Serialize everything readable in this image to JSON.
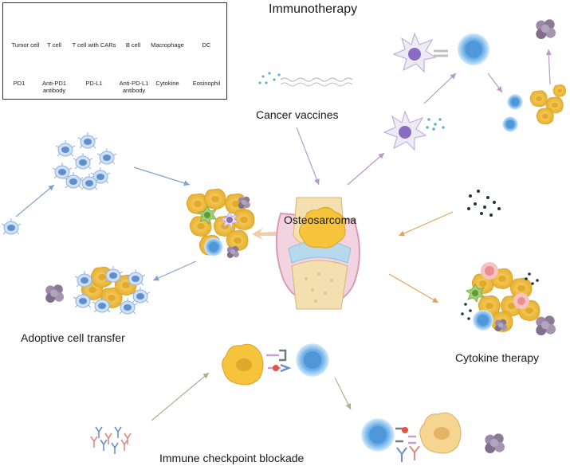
{
  "title": "Immunotherapy",
  "center_label": "Osteosarcoma",
  "sections": {
    "cancer_vaccines": "Cancer vaccines",
    "adoptive_cell_transfer": "Adoptive cell transfer",
    "cytokine_therapy": "Cytokine therapy",
    "immune_checkpoint_blockade": "Immune checkpoint blockade"
  },
  "legend": [
    {
      "key": "tumor-cell",
      "label": "Tumor cell",
      "color": "#f2c23a"
    },
    {
      "key": "t-cell",
      "label": "T cell",
      "color": "#6aaee8"
    },
    {
      "key": "t-cell-car",
      "label": "T cell with CARs",
      "color": "#8fb3e0"
    },
    {
      "key": "b-cell",
      "label": "B cell",
      "color": "#f2a8a8"
    },
    {
      "key": "macrophage",
      "label": "Macrophage",
      "color": "#7fbf5a"
    },
    {
      "key": "dc",
      "label": "DC",
      "color": "#b9a7d9"
    },
    {
      "key": "pd1",
      "label": "PD1",
      "color": "#6f7f7a"
    },
    {
      "key": "anti-pd1",
      "label": "Anti-PD1 antibody",
      "color": "#6a8fcf"
    },
    {
      "key": "pd-l1",
      "label": "PD-L1",
      "color": "#c79fd0"
    },
    {
      "key": "anti-pd-l1",
      "label": "Anti-PD-L1 antibody",
      "color": "#e08a80"
    },
    {
      "key": "cytokine",
      "label": "Cytokine",
      "color": "#1f3a2f"
    },
    {
      "key": "eosinophil",
      "label": "Eosinophil",
      "color": "#8a7a96"
    }
  ],
  "colors": {
    "arrow_blue": "#7fa3d4",
    "arrow_purple": "#b79ac9",
    "arrow_orange": "#e2a35a",
    "arrow_green": "#a8b48a",
    "tumor": "#f2c23a",
    "tcell": "#6aaee8",
    "bone": "#f3dfb0",
    "cartilage": "#b7d9ee"
  }
}
